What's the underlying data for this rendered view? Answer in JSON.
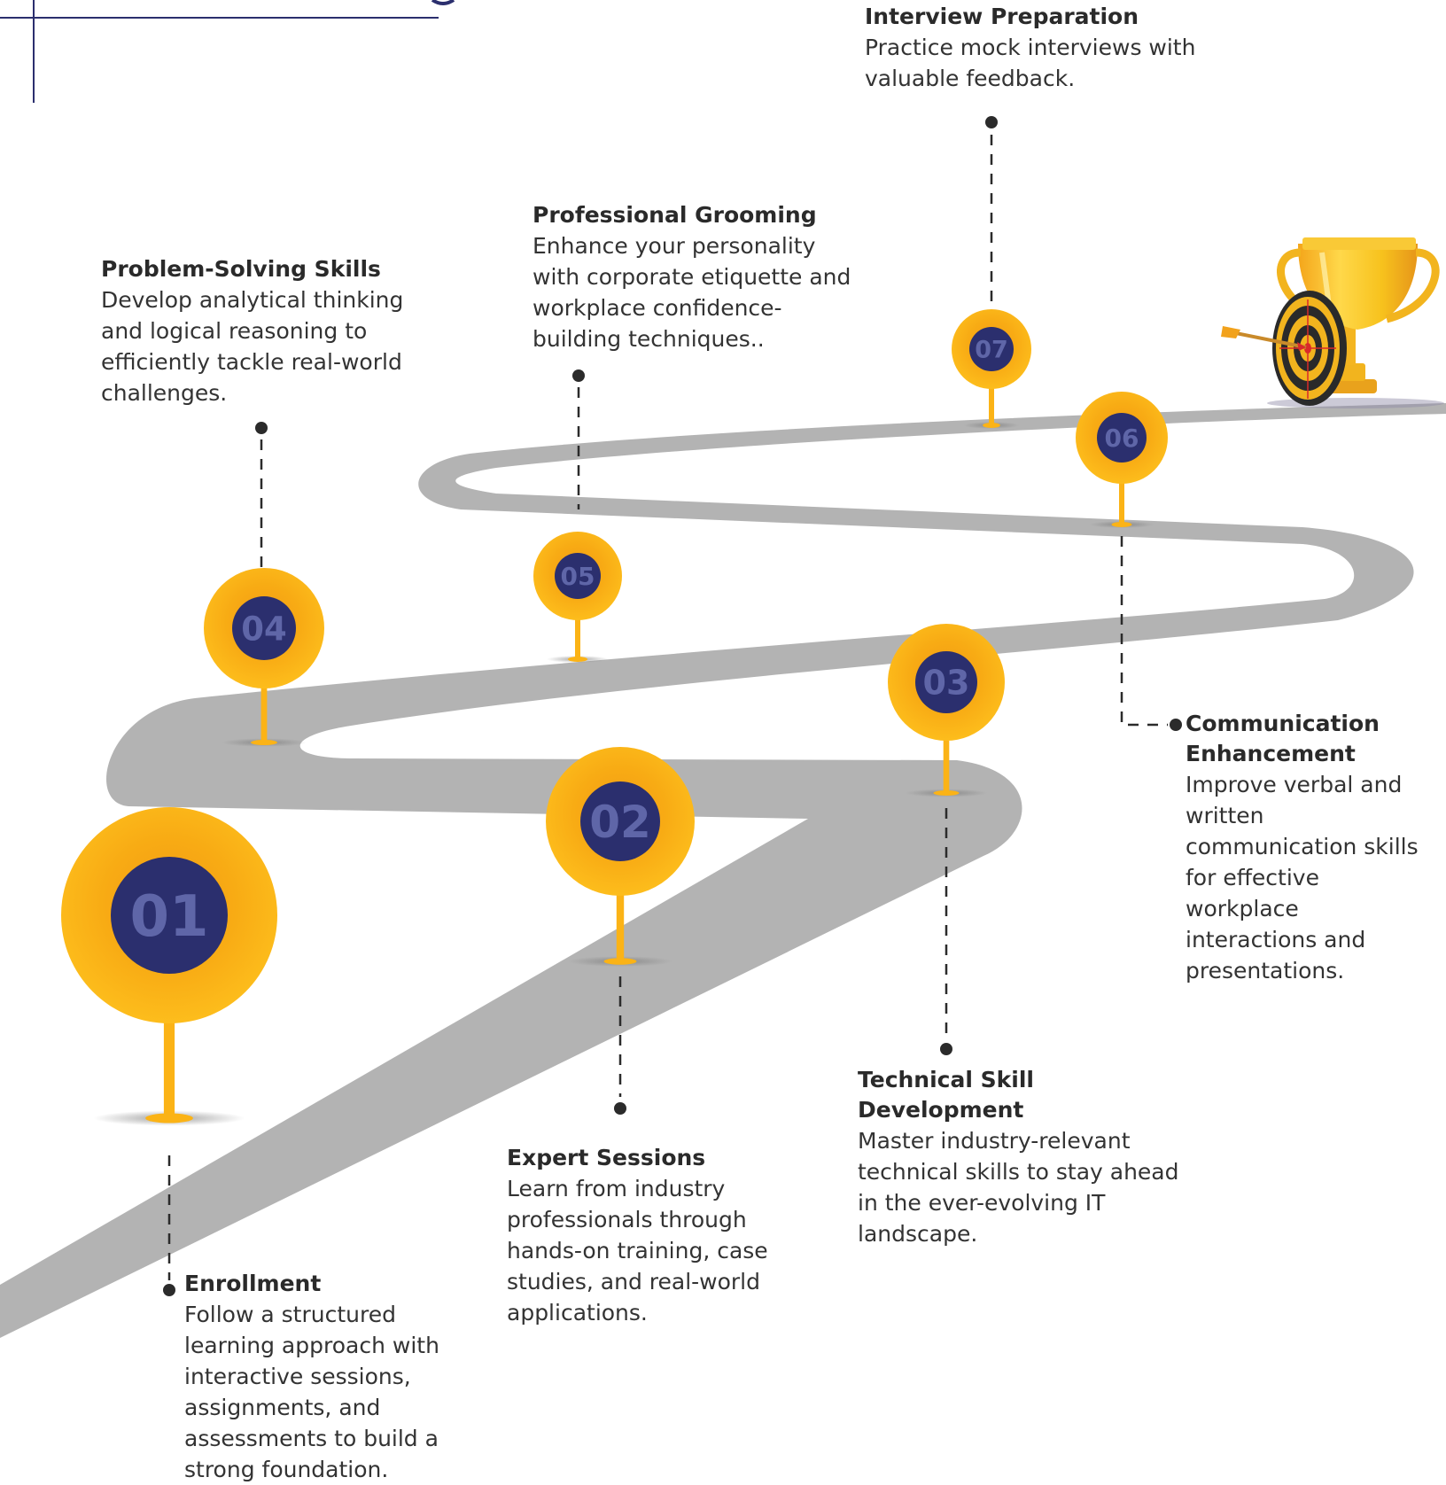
{
  "colors": {
    "road": "#b3b3b3",
    "pin_gold": "#fbb316",
    "pin_gold_dark": "#f19a12",
    "pin_center": "#2b2f6e",
    "pin_number": "#5f66a8",
    "connector": "#2b2b2b",
    "frame_line": "#2b2f6e",
    "trophy": "#f7c21d"
  },
  "decor": {
    "trophy_icon": "trophy-icon",
    "target_icon": "dartboard-target-icon",
    "arrow_icon": "dart-arrow-icon"
  },
  "steps": [
    {
      "number": "01",
      "title": "Enrollment",
      "description": "Follow a structured learning approach with interactive sessions, assignments, and assessments to build a strong foundation."
    },
    {
      "number": "02",
      "title": "Expert Sessions",
      "description": "Learn from industry professionals through hands-on training, case studies, and real-world applications."
    },
    {
      "number": "03",
      "title": "Technical Skill Development",
      "description": "Master industry-relevant technical skills to stay ahead in the ever-evolving IT landscape."
    },
    {
      "number": "04",
      "title": "Problem-Solving Skills",
      "description": "Develop analytical thinking and logical reasoning to efficiently tackle real-world challenges."
    },
    {
      "number": "05",
      "title": "Professional Grooming",
      "description": "Enhance your personality with corporate etiquette and workplace confidence-building techniques.."
    },
    {
      "number": "06",
      "title": "Communication Enhancement",
      "description": "Improve verbal and written communication skills for effective workplace interactions and presentations."
    },
    {
      "number": "07",
      "title": "Interview Preparation",
      "description": "Practice mock interviews with valuable feedback."
    }
  ]
}
